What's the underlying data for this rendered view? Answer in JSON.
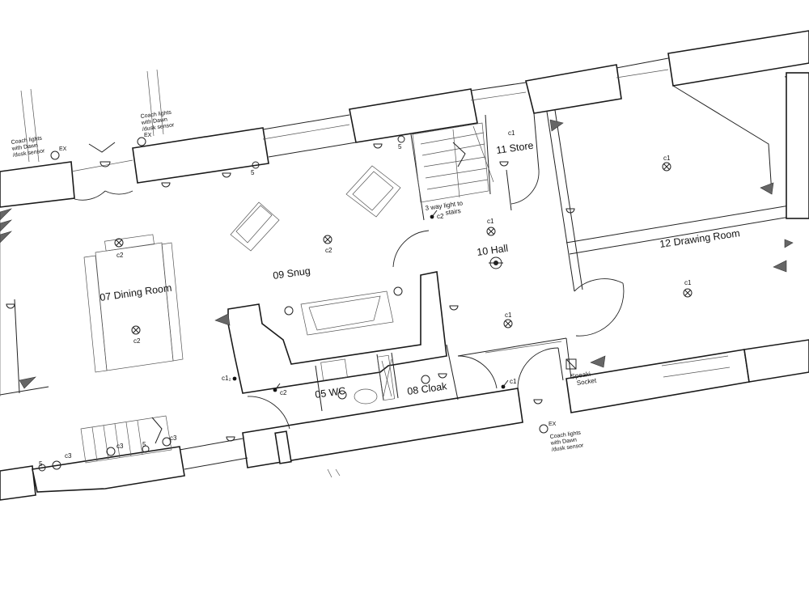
{
  "rooms": {
    "dining": "07  Dining Room",
    "snug": "09  Snug",
    "wc": "05  WC",
    "cloak": "08  Cloak",
    "hall": "10  Hall",
    "store": "11  Store",
    "drawing": "12  Drawing Room"
  },
  "notes": {
    "coach_left": [
      "Coach lights",
      "with Dawn",
      "/dusk sensor"
    ],
    "coach_mid": [
      "Coach lights",
      "with Dawn",
      "/dusk sensor"
    ],
    "coach_right": [
      "Coach lights",
      "with Dawn",
      "/dusk sensor"
    ],
    "ex": "EX",
    "stairs_light": [
      "3 way light to",
      "stairs"
    ],
    "speaker": [
      "Speaki",
      "Socket"
    ]
  },
  "circuits": {
    "c1": "c1",
    "c2": "c2",
    "c3": "c3",
    "five": "5",
    "c1s": "c1₂"
  }
}
